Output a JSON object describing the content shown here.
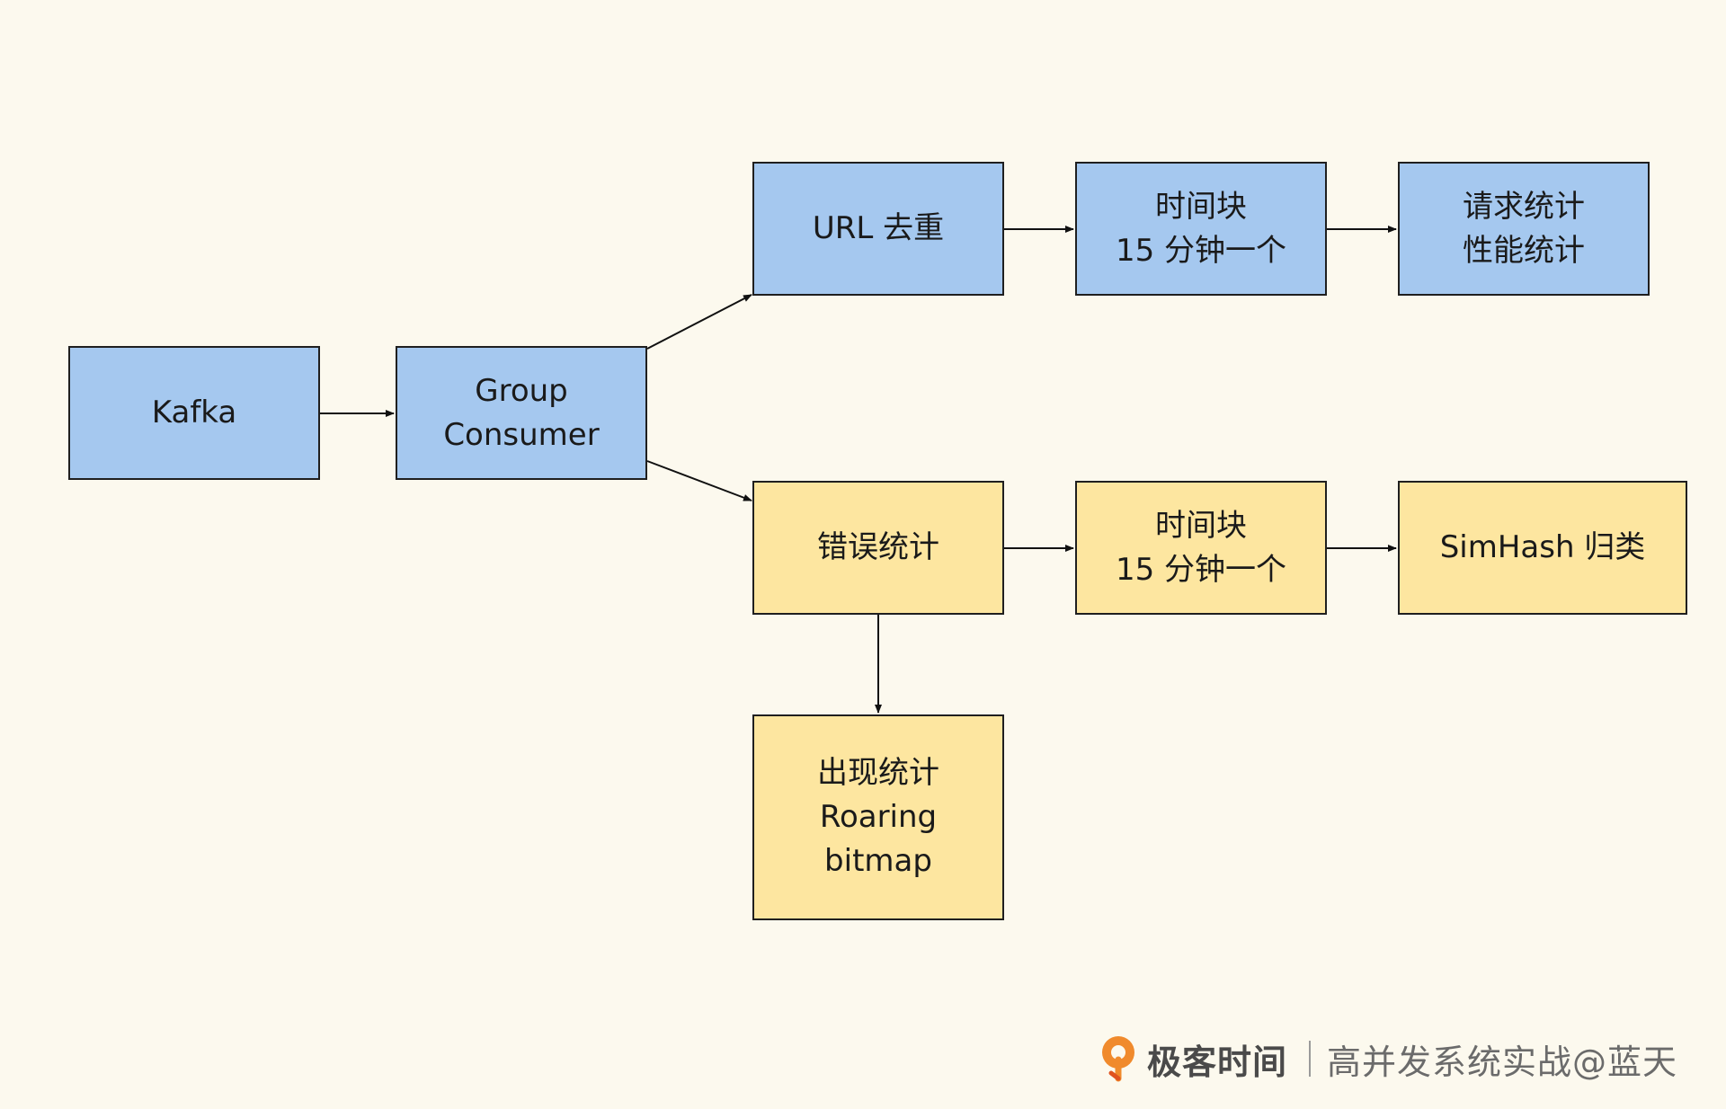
{
  "diagram": {
    "nodes": {
      "kafka": {
        "lines": [
          "Kafka"
        ]
      },
      "group_consumer": {
        "lines": [
          "Group",
          "Consumer"
        ]
      },
      "url_dedup": {
        "lines": [
          "URL 去重"
        ]
      },
      "time_block_top": {
        "lines": [
          "时间块",
          "15 分钟一个"
        ]
      },
      "request_stats": {
        "lines": [
          "请求统计",
          "性能统计"
        ]
      },
      "error_stats": {
        "lines": [
          "错误统计"
        ]
      },
      "time_block_bottom": {
        "lines": [
          "时间块",
          "15 分钟一个"
        ]
      },
      "simhash": {
        "lines": [
          "SimHash 归类"
        ]
      },
      "occurrence_stats": {
        "lines": [
          "出现统计",
          "Roaring",
          "bitmap"
        ]
      }
    },
    "edges": [
      {
        "from": "kafka",
        "to": "group_consumer"
      },
      {
        "from": "group_consumer",
        "to": "url_dedup"
      },
      {
        "from": "group_consumer",
        "to": "error_stats"
      },
      {
        "from": "url_dedup",
        "to": "time_block_top"
      },
      {
        "from": "time_block_top",
        "to": "request_stats"
      },
      {
        "from": "error_stats",
        "to": "time_block_bottom"
      },
      {
        "from": "time_block_bottom",
        "to": "simhash"
      },
      {
        "from": "error_stats",
        "to": "occurrence_stats"
      }
    ],
    "colors": {
      "blue": "#a5c8ef",
      "yellow": "#fde6a0",
      "stroke": "#1f1f1f"
    }
  },
  "watermark": {
    "brand": "极客时间",
    "course": "高并发系统实战@蓝天",
    "logo_icon": "geektime-logo-icon"
  }
}
